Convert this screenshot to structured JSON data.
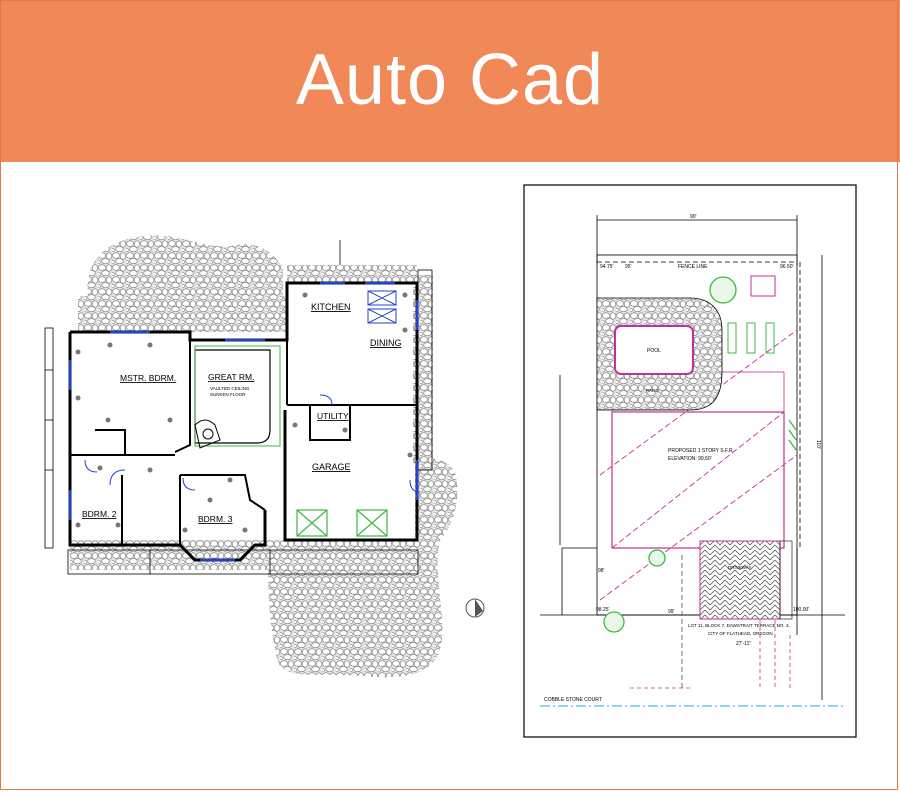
{
  "banner": {
    "title": "Auto Cad",
    "color": "#f08858"
  },
  "floor_plan": {
    "rooms": {
      "kitchen": "KITCHEN",
      "dining": "DINING",
      "master": "MSTR. BDRM.",
      "great": "GREAT RM.",
      "great_note1": "VAULTED CEILING",
      "great_note2": "SUNKEN FLOOR",
      "utility": "UTILITY",
      "garage": "GARAGE",
      "bdrm2": "BDRM. 2",
      "bdrm3": "BDRM. 3"
    }
  },
  "site_plan": {
    "top_dim": "90'",
    "elev_tl": "94.75'",
    "elev_95": "95'",
    "elev_tr": "96.50'",
    "fence": "FENCE LINE",
    "pool": "POOL",
    "patio": "PATIO",
    "proposed": "PROPOSED 1 STORY S.F.R",
    "elevation": "ELEVATION: 99.50'",
    "driveway": "DRIVEWAY",
    "lot1": "LOT 11, BLOCK 7, DAWSTRAIT TERRACE NO. 3,",
    "lot2": "CITY OF FLATHEAD, OREGON",
    "frontage": "27'-11\"",
    "elev_bl": "98.25'",
    "elev_99": "99'",
    "elev_br": "100.00'",
    "street": "COBBLE STONE COURT",
    "side_dim": "110'",
    "elev_98": "98'"
  },
  "colors": {
    "magenta": "#c0309a",
    "green": "#3cb843",
    "blue": "#2244cc"
  }
}
